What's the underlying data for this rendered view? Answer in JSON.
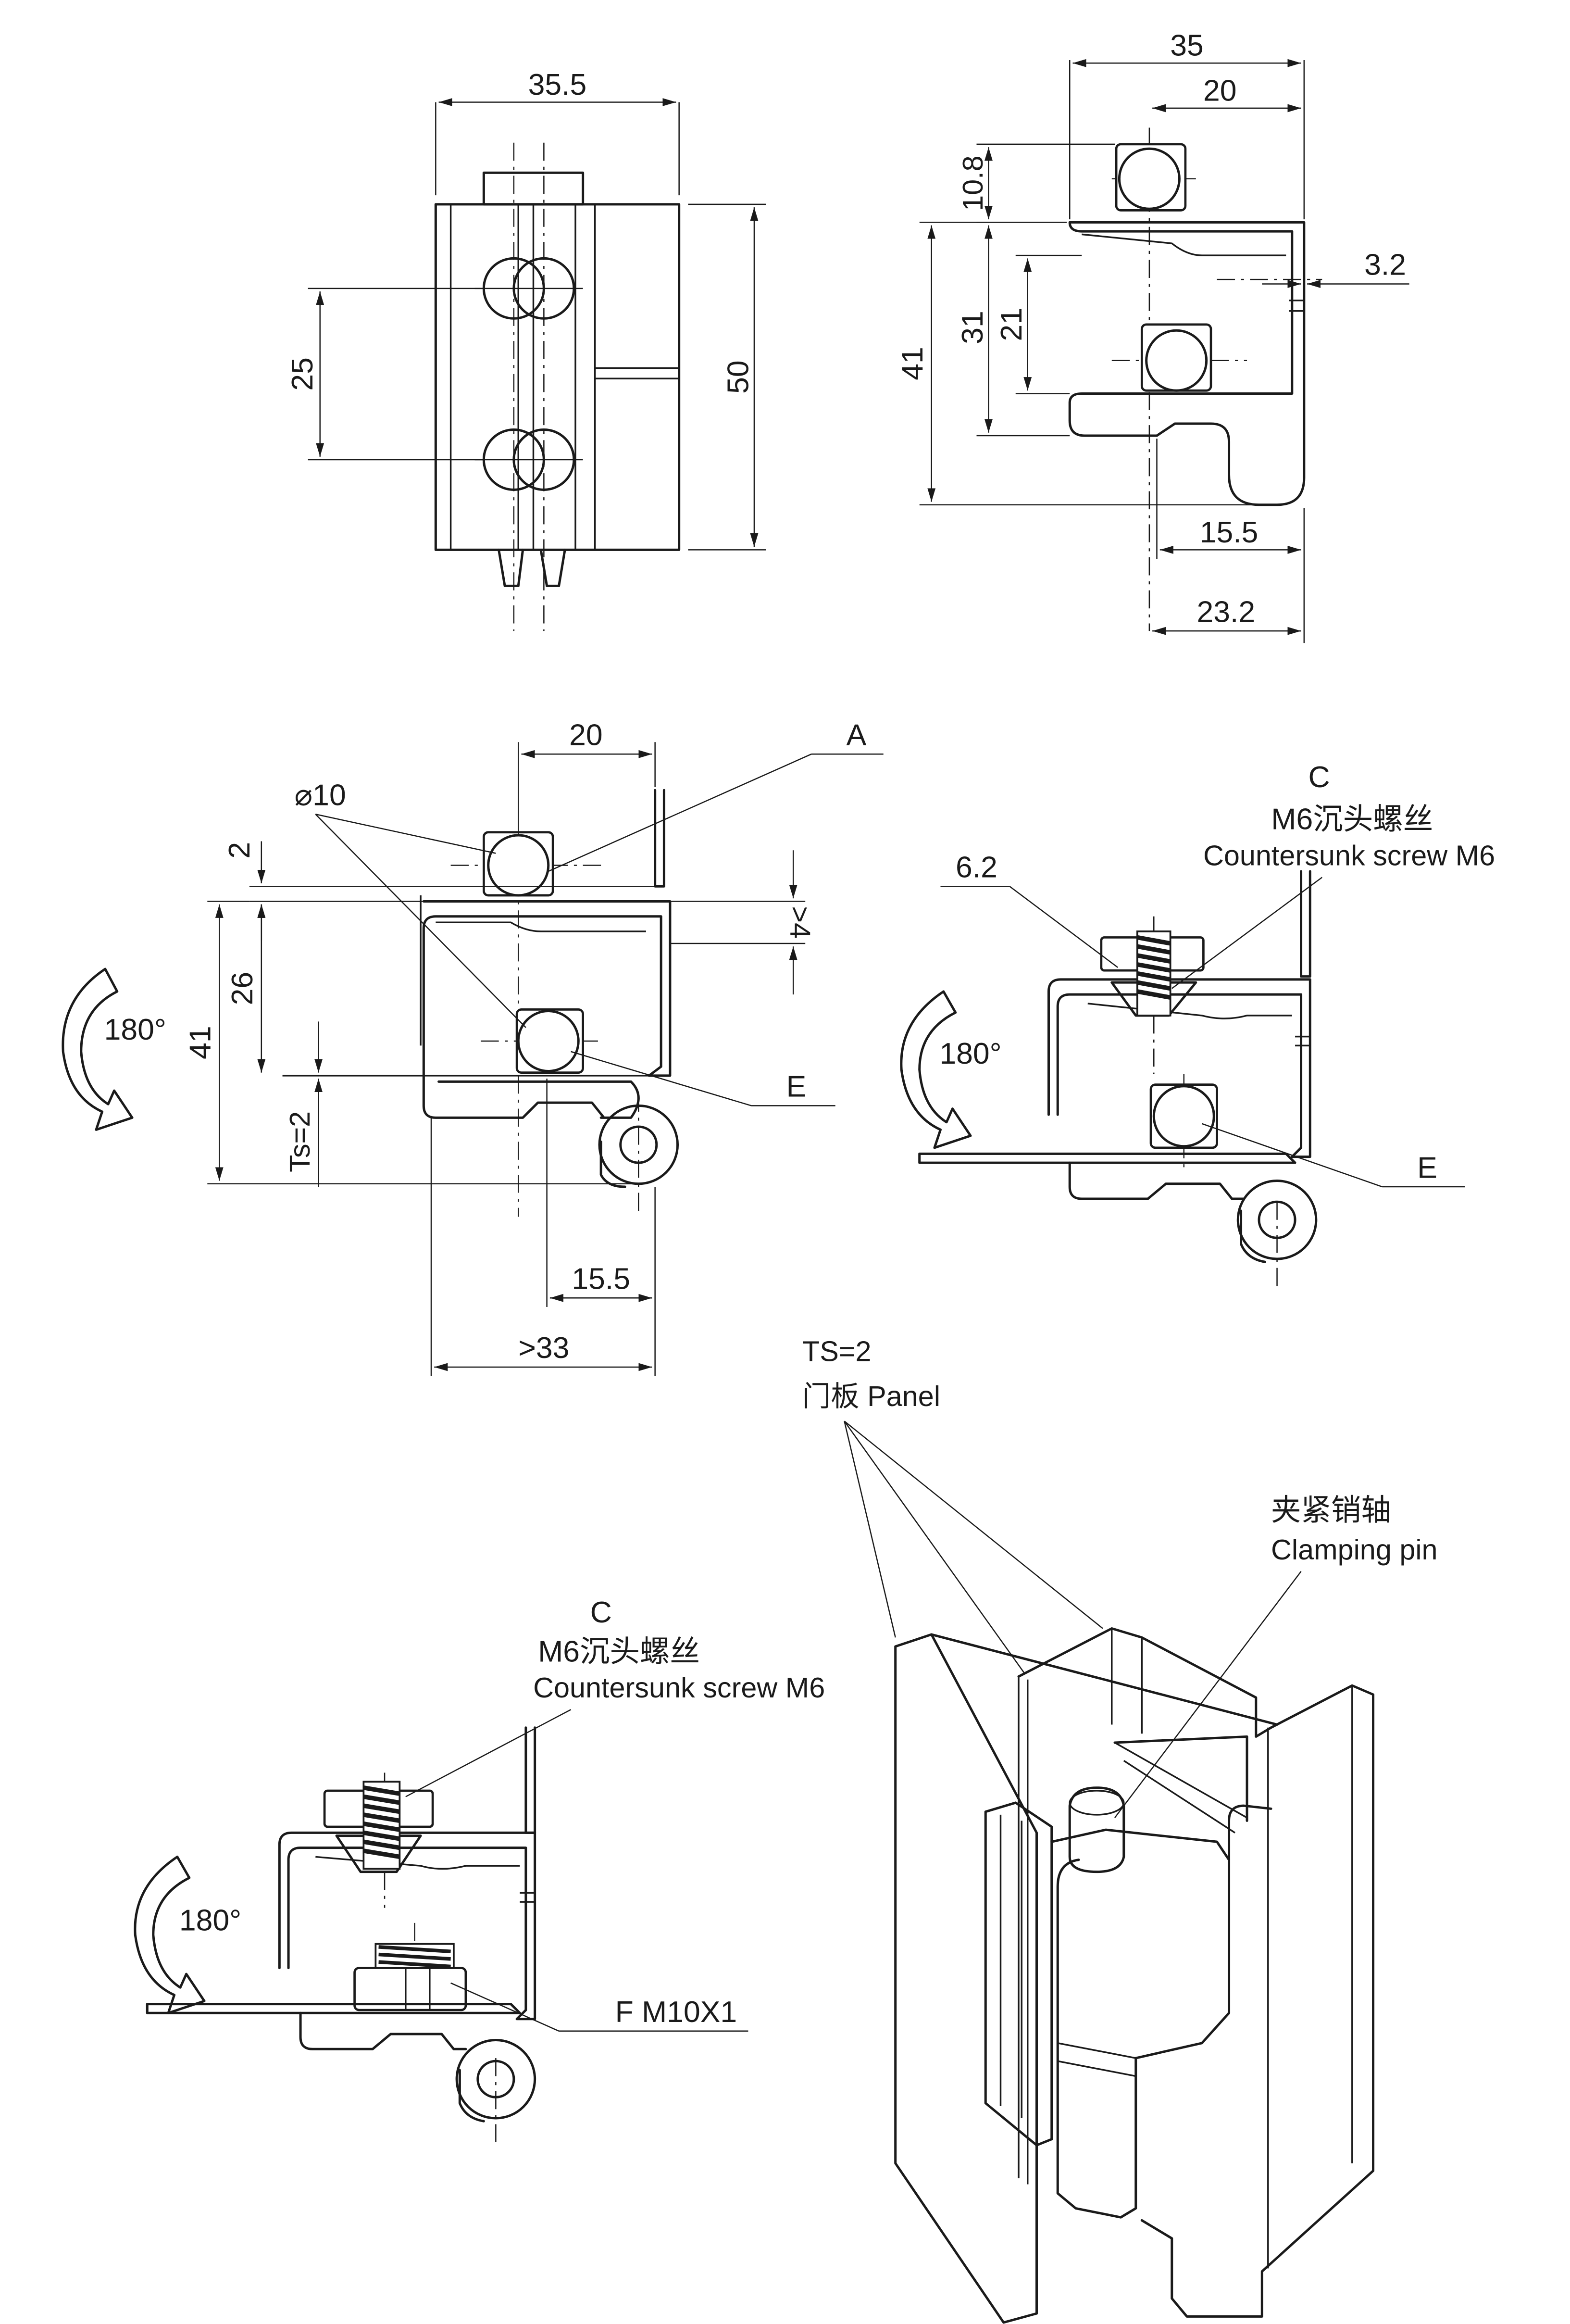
{
  "views": {
    "front": {
      "width_label": "35.5",
      "height_label": "50",
      "hole_pitch_label": "25"
    },
    "side": {
      "overall_width_label": "35",
      "bolt_offset_label": "20",
      "top_head_label": "10.8",
      "wall_label": "3.2",
      "overall_height_label": "41",
      "inner_height_label": "31",
      "inner_gap_label": "21",
      "pin_offset_label": "15.5",
      "pin_distance_label": "23.2"
    },
    "mount_a": {
      "top_width_label": "20",
      "callout_a": "A",
      "diameter_label": "⌀10",
      "gap_label": "2",
      "clearance_label": ">4",
      "depth_label": "26",
      "height_label": "41",
      "panel_thickness_label": "Ts=2",
      "callout_e": "E",
      "pin_offset_label": "15.5",
      "min_width_label": ">33",
      "rotation_label": "180°"
    },
    "mount_c": {
      "callout_c": "C",
      "screw_cn": "M6沉头螺丝",
      "screw_en": "Countersunk screw M6",
      "head_label": "6.2",
      "callout_e": "E",
      "rotation_label": "180°"
    },
    "mount_f": {
      "callout_c": "C",
      "screw_cn": "M6沉头螺丝",
      "screw_en": "Countersunk screw M6",
      "nut_label": "F  M10X1",
      "rotation_label": "180°"
    },
    "iso": {
      "panel_ts": "TS=2",
      "panel_label": "门板  Panel",
      "pin_cn": "夹紧销轴",
      "pin_en": "Clamping pin"
    }
  }
}
